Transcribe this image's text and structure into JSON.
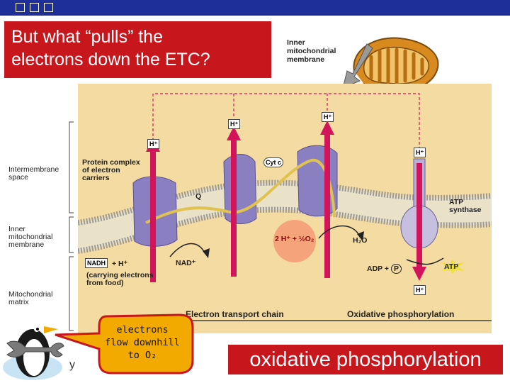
{
  "colors": {
    "header_bar": "#1f2f9a",
    "title_box": "#c8161d",
    "diagram_bg": "#f4dba2",
    "h_arrow": "#d4145a",
    "protein": "#8a7fc0",
    "mitochondrion": "#d98a1e",
    "speech_bubble": "#f2a900"
  },
  "title": {
    "line1": "But what “pulls” the",
    "line2": "electrons down the ETC?"
  },
  "inset": {
    "label_line1": "Inner",
    "label_line2": "mitochondrial",
    "label_line3": "membrane"
  },
  "side_labels": {
    "intermembrane_line1": "Intermembrane",
    "intermembrane_line2": "space",
    "inner_line1": "Inner",
    "inner_line2": "mitochondrial",
    "inner_line3": "membrane",
    "matrix_line1": "Mitochondrial",
    "matrix_line2": "matrix"
  },
  "diagram": {
    "protein_line1": "Protein complex",
    "protein_line2": "of electron",
    "protein_line3": "carriers",
    "cytc": "Cyt c",
    "q": "Q",
    "hplus": "H⁺",
    "atp_synthase_line1": "ATP",
    "atp_synthase_line2": "synthase",
    "oxygen_reaction": "2 H⁺ + ½O₂",
    "water": "H₂O",
    "nadh": "NADH",
    "nadh_plus": "+ H⁺",
    "nad": "NAD⁺",
    "carrying_line1": "(carrying electrons",
    "carrying_line2": "from food)",
    "adp": "ADP + ",
    "pi": "P",
    "atp": "ATP",
    "etc_label": "Electron transport chain",
    "oxphos_label": "Oxidative phosphorylation"
  },
  "bubble": {
    "line1": "electrons",
    "line2": "flow downhill",
    "line3": "to O₂"
  },
  "mascot": {
    "letter": "y"
  },
  "bottom_label": "oxidative phosphorylation"
}
